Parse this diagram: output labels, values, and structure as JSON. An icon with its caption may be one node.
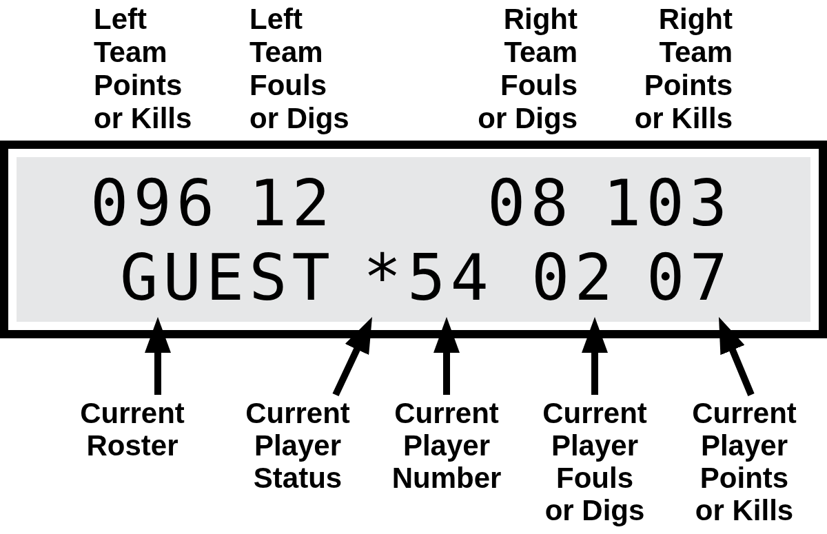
{
  "diagram": {
    "nodes": [
      {
        "text": [
          "096",
          "12",
          "08",
          "103"
        ]
      },
      {
        "text": [
          "GUEST"
        ],
        "in": 0
      },
      {
        "text": [
          "*"
        ],
        "in": 0
      },
      {
        "text": [
          "54"
        ],
        "in": 0
      },
      {
        "text": [
          "02"
        ],
        "in": 0
      },
      {
        "text": [
          "07"
        ],
        "in": 0
      },
      {
        "text": [
          "Current Roster"
        ]
      },
      {
        "text": [
          "Current Player Status"
        ]
      },
      {
        "text": [
          "Current Player Number"
        ]
      },
      {
        "text": [
          "Current Player Fouls or Digs"
        ]
      },
      {
        "text": [
          "Current Player Points or Kills"
        ]
      }
    ],
    "edges": [
      {
        "from": 6,
        "to": 1,
        "arrow": "to"
      },
      {
        "from": 7,
        "to": 2,
        "arrow": "to"
      },
      {
        "from": 8,
        "to": 3,
        "arrow": "to"
      },
      {
        "from": 9,
        "to": 4,
        "arrow": "to"
      },
      {
        "from": 10,
        "to": 5,
        "arrow": "to"
      }
    ],
    "labels": [
      "Left Team Points or Kills",
      "Left Team Fouls or Digs",
      "Right Team Fouls or Digs",
      "Right Team Points or Kills"
    ]
  }
}
